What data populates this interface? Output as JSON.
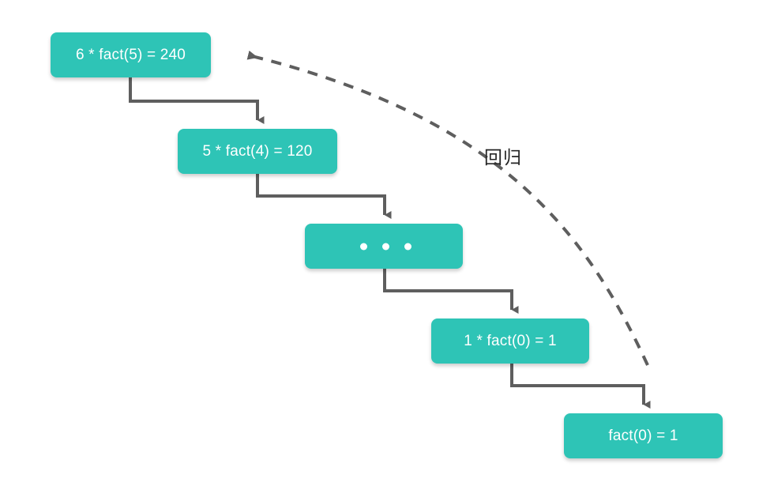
{
  "diagram": {
    "title_text_color": "#ffffff",
    "node_color": "#2ec4b6",
    "edge_color": "#5e5e5e",
    "background": "#ffffff",
    "nodes": [
      {
        "id": "n1",
        "label": "6 * fact(5) = 240"
      },
      {
        "id": "n2",
        "label": "5 * fact(4) = 120"
      },
      {
        "id": "n3",
        "label": "• • •",
        "is_ellipsis": true
      },
      {
        "id": "n4",
        "label": "1 * fact(0) = 1"
      },
      {
        "id": "n5",
        "label": "fact(0) = 1"
      }
    ],
    "annotations": [
      {
        "id": "return-arc",
        "label": "回归"
      }
    ],
    "edges": [
      {
        "from": "n1",
        "to": "n2",
        "style": "solid-elbow-arrow"
      },
      {
        "from": "n2",
        "to": "n3",
        "style": "solid-elbow-arrow"
      },
      {
        "from": "n3",
        "to": "n4",
        "style": "solid-elbow-arrow"
      },
      {
        "from": "n4",
        "to": "n5",
        "style": "solid-elbow-arrow"
      },
      {
        "from": "n5",
        "to": "n1",
        "style": "dashed-curve-arrow"
      }
    ]
  }
}
